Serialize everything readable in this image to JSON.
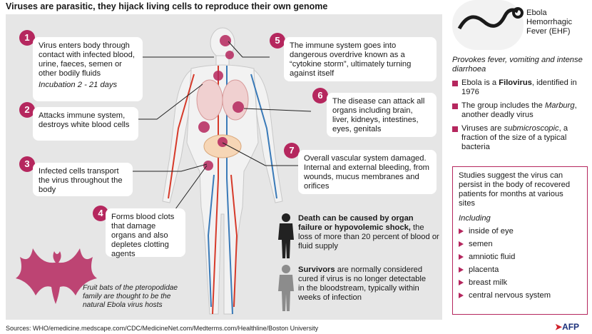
{
  "title": "Viruses are parasitic, they hijack living cells to reproduce their own genome",
  "steps": [
    {
      "number": "1",
      "text": "Virus enters body through contact with infected blood, urine, faeces, semen or other bodily fluids",
      "note": "Incubation 2 - 21 days"
    },
    {
      "number": "2",
      "text": "Attacks immune system, destroys white blood cells"
    },
    {
      "number": "3",
      "text": "Infected cells transport the virus throughout the body"
    },
    {
      "number": "4",
      "text": "Forms blood clots that damage organs and also depletes clotting agents"
    },
    {
      "number": "5",
      "text": "The immune system goes into dangerous overdrive known as a “cytokine storm”, ultimately turning against itself"
    },
    {
      "number": "6",
      "text": "The disease can attack all organs including brain, liver, kidneys, intestines, eyes, genitals"
    },
    {
      "number": "7",
      "text": "Overall vascular system damaged. Internal and external bleeding, from wounds, mucus membranes and orifices"
    }
  ],
  "death": {
    "bold": "Death can be caused by organ failure or hypovolemic shock,",
    "rest": " the loss of more than 20 percent of blood or fluid supply"
  },
  "survivors": {
    "bold": "Survivors",
    "rest": " are normally considered cured if virus is no longer detectable in the bloodstream, typically within weeks of infection"
  },
  "bats": "Fruit bats of the pteropodidae family are thought to be the natural Ebola virus hosts",
  "ebola_label": "Ebola Hemorrhagic Fever (EHF)",
  "symptoms": "Provokes fever, vomiting and intense diarrhoea",
  "facts": [
    {
      "pre": "Ebola is a ",
      "bold": "Filovirus",
      "post": ", identified in 1976"
    },
    {
      "pre": "The group includes the ",
      "em": "Marburg",
      "post": ", another deadly virus"
    },
    {
      "pre": "Viruses are ",
      "em": "submicroscopic",
      "post": ", a fraction of the size of a typical bacteria"
    }
  ],
  "studies": {
    "intro": "Studies suggest the virus can persist in the body of recovered patients for months at various sites",
    "including": "Including",
    "sites": [
      "inside of eye",
      "semen",
      "amniotic fluid",
      "placenta",
      "breast milk",
      "central nervous system"
    ]
  },
  "sources": "Sources: WHO/emedicine.medscape.com/CDC/MedicineNet.com/Medterms.com/Healthline/Boston University",
  "credit": "AFP",
  "colors": {
    "accent": "#b5275e",
    "panel": "#e6e6e6",
    "artery": "#d63a2a",
    "vein": "#3a7ab8"
  }
}
